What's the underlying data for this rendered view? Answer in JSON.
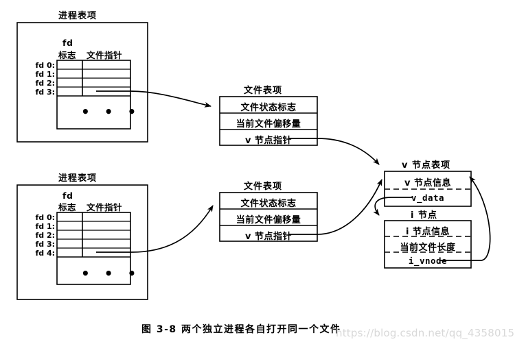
{
  "figure": {
    "caption": "图 3-8   两个独立进程各自打开同一个文件",
    "watermark": "https://blog.csdn.net/qq_43580151"
  },
  "process_entries": [
    {
      "title": "进程表项",
      "header": {
        "fd": "fd",
        "flags": "标志",
        "file_pointer": "文件指针"
      },
      "rows": [
        "fd 0:",
        "fd 1:",
        "fd 2:",
        "fd 3:"
      ],
      "ellipsis": "• • •",
      "linked_row_index": 3
    },
    {
      "title": "进程表项",
      "header": {
        "fd": "fd",
        "flags": "标志",
        "file_pointer": "文件指针"
      },
      "rows": [
        "fd 0:",
        "fd 1:",
        "fd 2:",
        "fd 3:",
        "fd 4:"
      ],
      "ellipsis": "• • •",
      "linked_row_index": 4
    }
  ],
  "file_entries": [
    {
      "title": "文件表项",
      "rows": [
        "文件状态标志",
        "当前文件偏移量",
        "v 节点指针"
      ]
    },
    {
      "title": "文件表项",
      "rows": [
        "文件状态标志",
        "当前文件偏移量",
        "v 节点指针"
      ]
    }
  ],
  "vnode_entry": {
    "title": "v 节点表项",
    "rows": [
      "v 节点信息",
      "v_data"
    ]
  },
  "inode_entry": {
    "title": "i 节点",
    "rows": [
      "i 节点信息",
      "当前文件长度",
      "i_vnode"
    ]
  },
  "colors": {
    "stroke": "#000000",
    "background": "#ffffff",
    "watermark": "#d8d8d8"
  }
}
